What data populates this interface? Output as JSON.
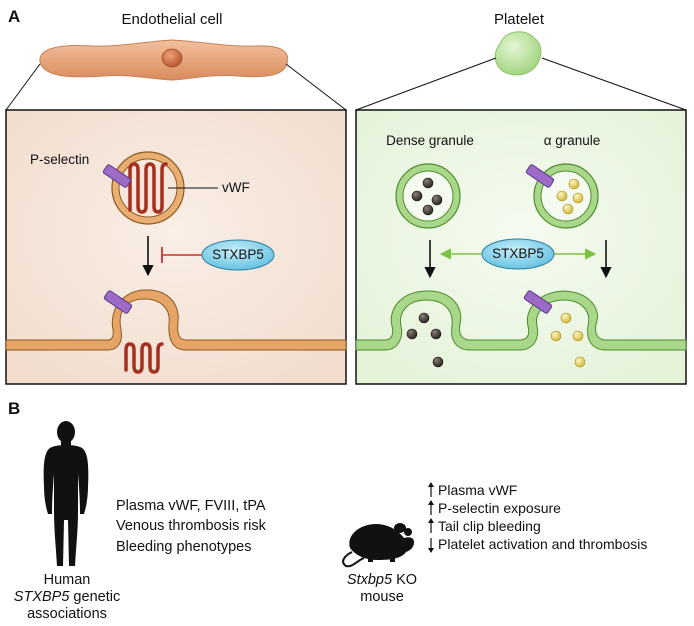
{
  "panel_a": {
    "letter": "A",
    "endothelial_title": "Endothelial cell",
    "platelet_title": "Platelet",
    "p_selectin_label": "P-selectin",
    "vwf_label": "vWF",
    "stxbp5_left": "STXBP5",
    "dense_granule_label": "Dense granule",
    "alpha_granule_label": "α granule",
    "stxbp5_right": "STXBP5",
    "colors": {
      "endothelial_cell": "#e8a67e",
      "endothelial_bg": "#f7e8de",
      "platelet_cell": "#b6e09a",
      "platelet_bg": "#eef8e6",
      "stxbp5": "#8ed6ee",
      "inhibit": "#d32f2f",
      "activate": "#7cc242",
      "p_selectin": "#9b6bc7",
      "vwf": "#b53b28"
    }
  },
  "panel_b": {
    "letter": "B",
    "human_lines": [
      "Plasma vWF, FVIII, tPA",
      "Venous thrombosis risk",
      "Bleeding phenotypes"
    ],
    "human_caption": {
      "line1": "Human",
      "line2_italic": "STXBP5",
      "line2_rest": " genetic",
      "line3": "associations"
    },
    "mouse_lines": [
      {
        "dir": "up",
        "text": "Plasma vWF"
      },
      {
        "dir": "up",
        "text": "P-selectin exposure"
      },
      {
        "dir": "up",
        "text": "Tail clip bleeding"
      },
      {
        "dir": "down",
        "text": "Platelet activation and thrombosis"
      }
    ],
    "mouse_caption": {
      "line1_italic": "Stxbp5",
      "line1_rest": " KO",
      "line2": "mouse"
    }
  }
}
